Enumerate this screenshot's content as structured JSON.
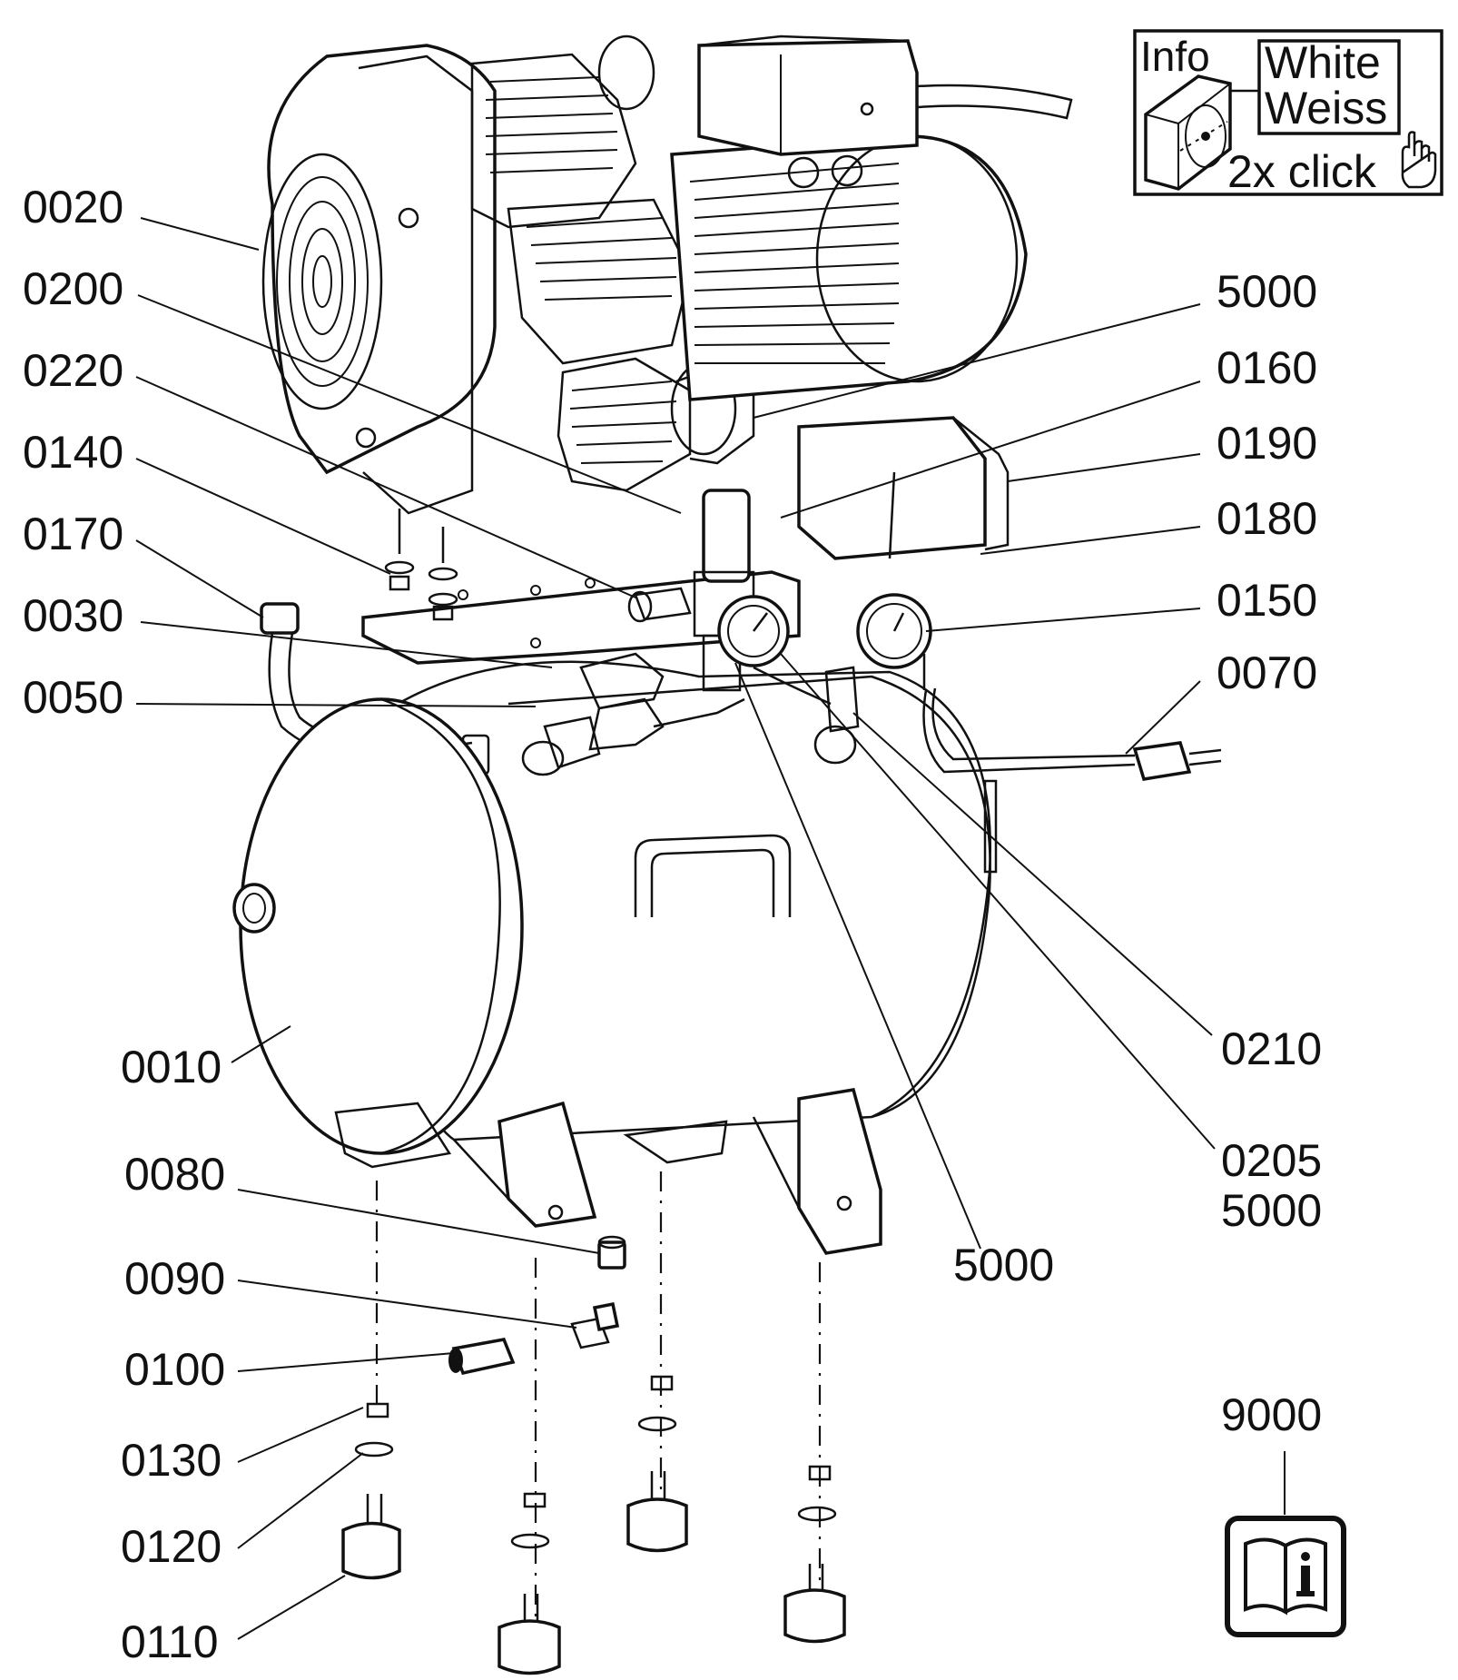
{
  "info_box": {
    "title": "Info",
    "color_en": "White",
    "color_de": "Weiss",
    "action": "2x click",
    "hand_icon": "pointing-hand-icon"
  },
  "labels": {
    "p0020": "0020",
    "p0200": "0200",
    "p0220": "0220",
    "p0140": "0140",
    "p0170": "0170",
    "p0030": "0030",
    "p0050": "0050",
    "p0010": "0010",
    "p0080": "0080",
    "p0090": "0090",
    "p0100": "0100",
    "p0130": "0130",
    "p0120": "0120",
    "p0110": "0110",
    "p5000_a": "5000",
    "p0160": "0160",
    "p0190": "0190",
    "p0180": "0180",
    "p0150": "0150",
    "p0070": "0070",
    "p0210": "0210",
    "p0205": "0205",
    "p5000_b": "5000",
    "p5000_c": "5000",
    "p9000": "9000"
  },
  "manual_icon": "info-manual-icon"
}
